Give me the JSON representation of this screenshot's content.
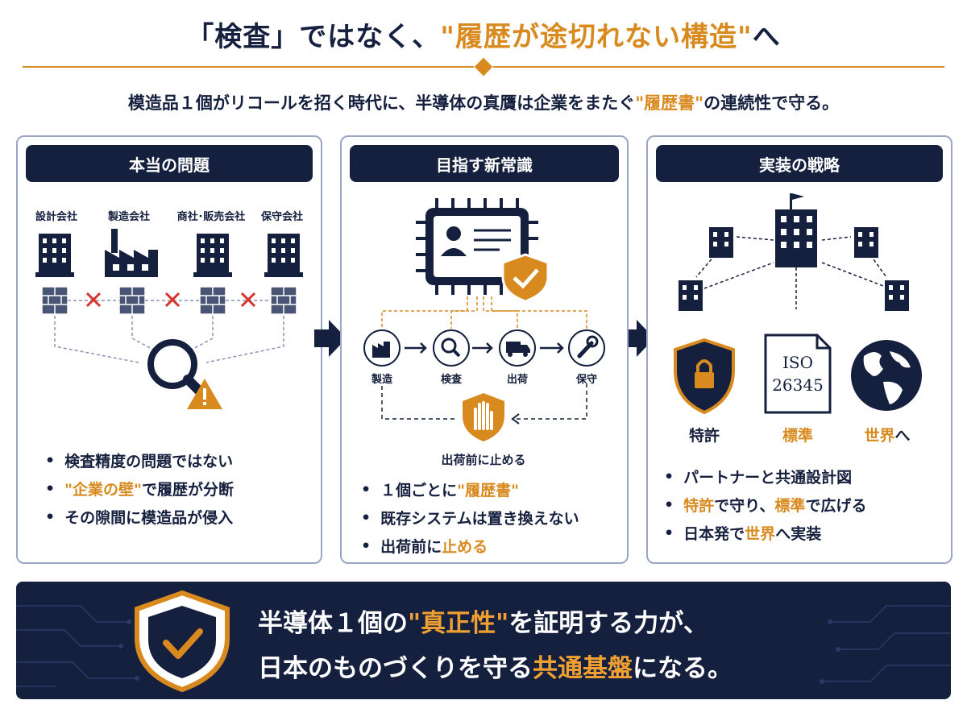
{
  "title": {
    "bracket_open": "「",
    "part1": "検査",
    "bracket_close": "」",
    "part2": "ではなく、",
    "quote_open": "\"",
    "emphasis": "履歴が途切れない構造",
    "quote_close": "\"",
    "part3": "へ"
  },
  "subtitle": {
    "pre": "模造品１個がリコールを招く時代に、半導体の真贋は企業をまたぐ",
    "emphasis": "\"履歴書\"",
    "post": "の連続性で守る。"
  },
  "panel1": {
    "heading": "本当の問題",
    "companies": [
      "設計会社",
      "製造会社",
      "商社･販売会社",
      "保守会社"
    ],
    "bullets": [
      {
        "pre": "",
        "em": "",
        "post": "検査精度の問題ではない"
      },
      {
        "pre": "",
        "em": "\"企業の壁\"",
        "post": "で履歴が分断"
      },
      {
        "pre": "",
        "em": "",
        "post": "その隙間に模造品が侵入"
      }
    ]
  },
  "panel2": {
    "heading": "目指す新常識",
    "steps": [
      "製造",
      "検査",
      "出荷",
      "保守"
    ],
    "stop_label": "出荷前に止める",
    "bullets": [
      {
        "pre": "１個ごとに",
        "em": "\"履歴書\"",
        "post": ""
      },
      {
        "pre": "既存システムは置き換えない",
        "em": "",
        "post": ""
      },
      {
        "pre": "出荷前に",
        "em": "止める",
        "post": ""
      }
    ]
  },
  "panel3": {
    "heading": "実装の戦略",
    "iso_text": [
      "ISO",
      "26345"
    ],
    "icons": [
      {
        "label": "特許",
        "em": false
      },
      {
        "label": "標準",
        "em": true
      },
      {
        "label_em": "世界",
        "label_post": "へ"
      }
    ],
    "bullets": [
      {
        "pre": "パートナーと共通設計図",
        "em": "",
        "mid": "",
        "em2": "",
        "post": ""
      },
      {
        "pre": "",
        "em": "特許",
        "mid": "で守り、",
        "em2": "標準",
        "post": "で広げる"
      },
      {
        "pre": "日本発で",
        "em": "世界",
        "mid": "へ実装",
        "em2": "",
        "post": ""
      }
    ]
  },
  "banner": {
    "line1": {
      "pre": "半導体１個の",
      "em": "\"真正性\"",
      "post": "を証明する力が、"
    },
    "line2": {
      "pre": "日本のものづくりを守る",
      "em": "共通基盤",
      "post": "になる。"
    }
  },
  "colors": {
    "navy": "#15203f",
    "orange": "#d98a1f",
    "border": "#9aa6c8"
  }
}
